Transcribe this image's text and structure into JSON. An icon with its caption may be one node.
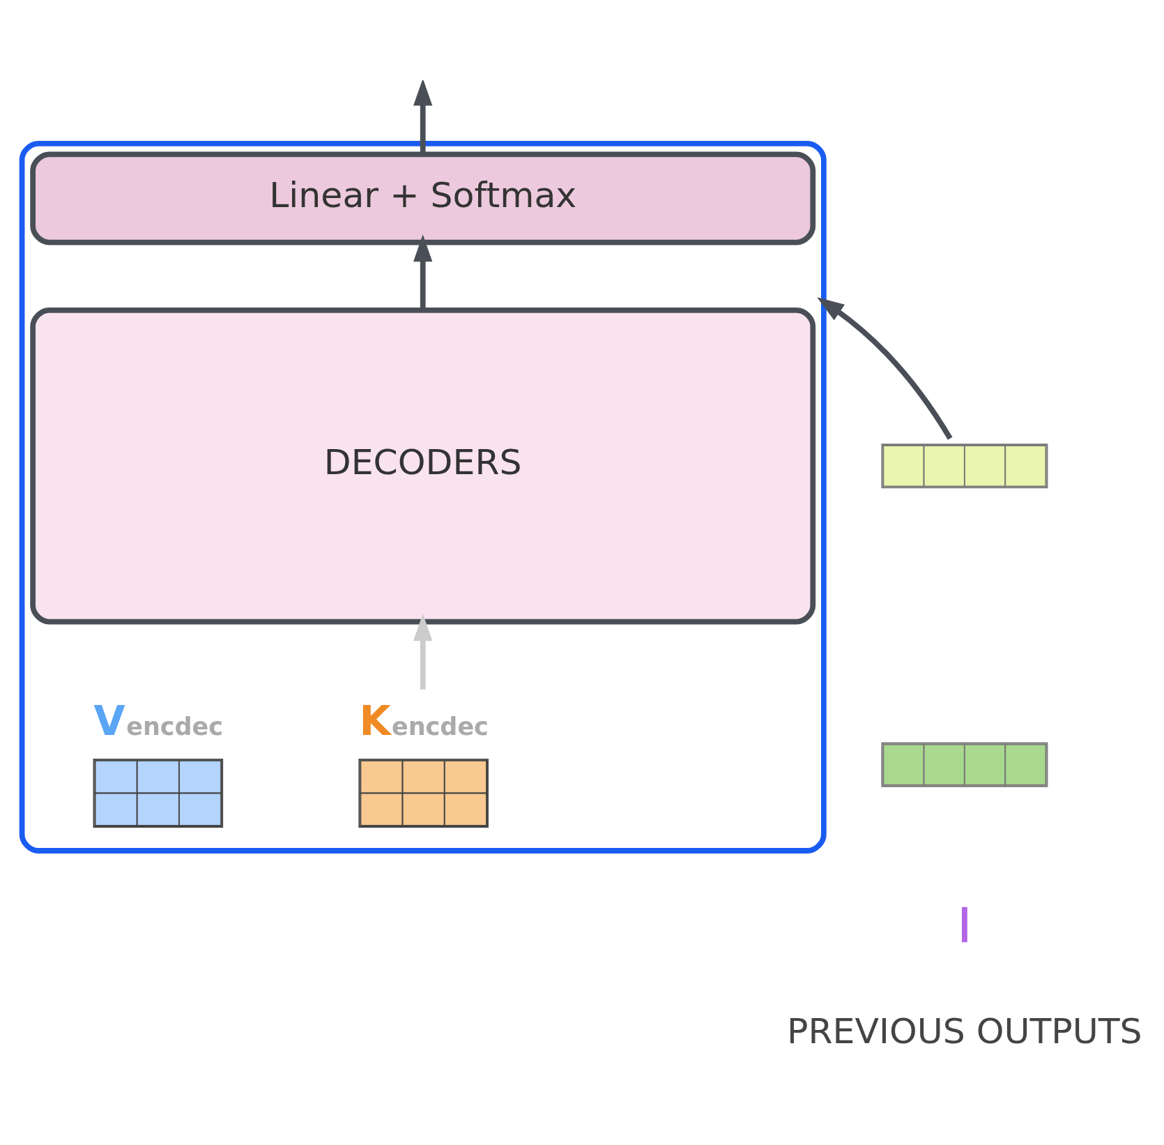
{
  "diagram": {
    "nodes": [
      {
        "text": [],
        "shape": "box"
      },
      {
        "text": [
          "K$_{encdec}$"
        ],
        "in": 0
      },
      {
        "text": [
          "V$_{encdec}$"
        ],
        "in": 0
      },
      {
        "text": [
          "Linear + Softmax"
        ],
        "in": 0
      },
      {
        "text": [
          "DECODERS"
        ],
        "in": 0
      },
      {
        "text": [],
        "shape": "bar"
      },
      {
        "text": [],
        "shape": "bar"
      },
      {
        "text": [],
        "shape": "bar"
      },
      {
        "text": [
          "PREVIOUS OUTPUTS"
        ]
      }
    ],
    "edges": [
      {
        "from": 3,
        "to": null,
        "arrow": "to"
      },
      {
        "from": 4,
        "to": 3,
        "arrow": "to"
      },
      {
        "from": 1,
        "to": 4,
        "arrow": "to",
        "color": "#cccccc"
      },
      {
        "from": 5,
        "to": 0,
        "arrow": "to"
      }
    ]
  }
}
